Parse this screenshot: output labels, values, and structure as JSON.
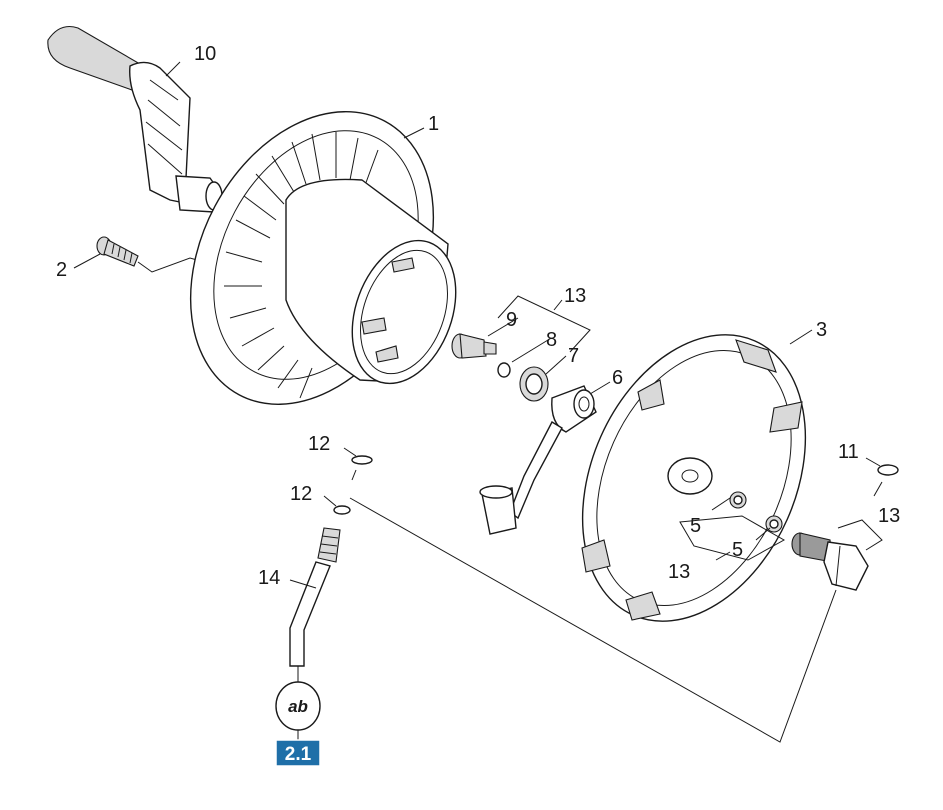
{
  "labels": {
    "p1": "1",
    "p2": "2",
    "p3": "3",
    "p5a": "5",
    "p5b": "5",
    "p6": "6",
    "p7": "7",
    "p8": "8",
    "p9": "9",
    "p10": "10",
    "p11": "11",
    "p12a": "12",
    "p12b": "12",
    "p13a": "13",
    "p13b": "13",
    "p13c": "13",
    "p14": "14"
  },
  "symbol": {
    "text": "ab"
  },
  "badge": {
    "text": "2.1",
    "color": "#1f6fa8"
  }
}
